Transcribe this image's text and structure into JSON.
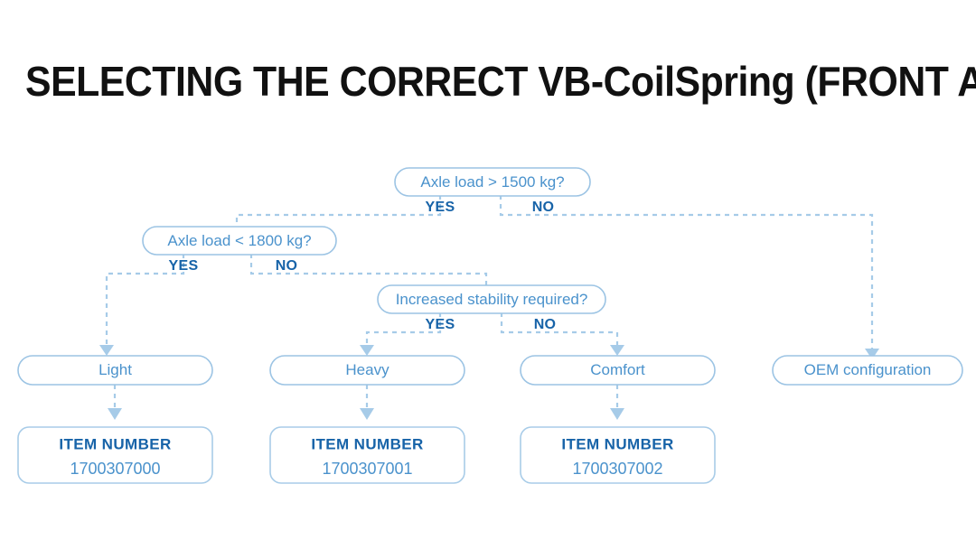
{
  "title": "SELECTING THE CORRECT VB-CoilSpring (FRONT AXLE)",
  "colors": {
    "node_text": "#4a92cc",
    "node_border": "#9cc4e4",
    "branch_text": "#1763a8",
    "connector": "#a6cbe8",
    "title_text": "#111111",
    "background": "#ffffff"
  },
  "decisions": [
    {
      "id": "axle-load-gt-1500",
      "question": "Axle load > 1500 kg?",
      "yes_label": "YES",
      "no_label": "NO"
    },
    {
      "id": "axle-load-lt-1800",
      "question": "Axle load < 1800 kg?",
      "yes_label": "YES",
      "no_label": "NO"
    },
    {
      "id": "increased-stability",
      "question": "Increased stability required?",
      "yes_label": "YES",
      "no_label": "NO"
    }
  ],
  "outcomes": [
    {
      "id": "light",
      "label": "Light"
    },
    {
      "id": "heavy",
      "label": "Heavy"
    },
    {
      "id": "comfort",
      "label": "Comfort"
    },
    {
      "id": "oem",
      "label": "OEM configuration"
    }
  ],
  "item_numbers": [
    {
      "id": "item-light",
      "heading": "ITEM NUMBER",
      "value": "1700307000"
    },
    {
      "id": "item-heavy",
      "heading": "ITEM NUMBER",
      "value": "1700307001"
    },
    {
      "id": "item-comfort",
      "heading": "ITEM NUMBER",
      "value": "1700307002"
    }
  ]
}
